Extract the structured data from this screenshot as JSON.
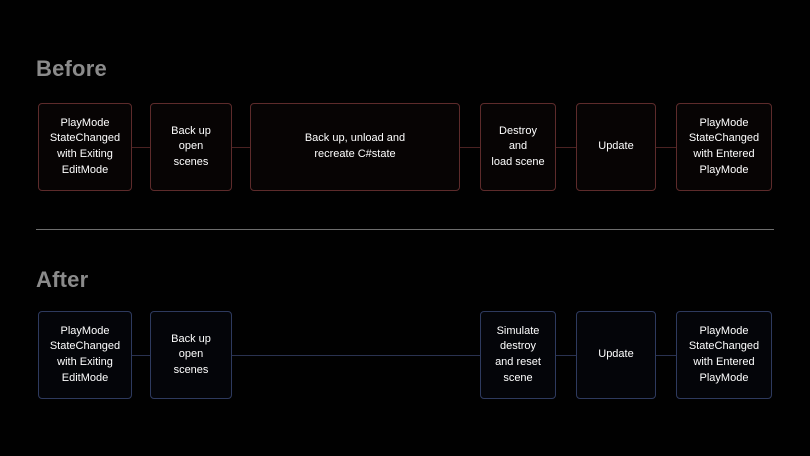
{
  "page": {
    "background_color": "#010101",
    "title_color": "#8b8b8b",
    "divider_color": "#6e6e6e",
    "text_color": "#ffffff"
  },
  "sections": {
    "before": {
      "title": "Before",
      "box_border_color": "#5d2b2b",
      "connector_color": "#4a2222",
      "nodes": [
        {
          "label": "PlayMode\nStateChanged\nwith Exiting\nEditMode",
          "name": "node-playmode-statechanged-exiting-editmode"
        },
        {
          "label": "Back up\nopen\nscenes",
          "name": "node-back-up-open-scenes"
        },
        {
          "label": "Back up, unload and\nrecreate C#state",
          "name": "node-back-up-unload-recreate-csharp-state"
        },
        {
          "label": "Destroy\nand\nload scene",
          "name": "node-destroy-and-load-scene"
        },
        {
          "label": "Update",
          "name": "node-update"
        },
        {
          "label": "PlayMode\nStateChanged\nwith Entered\nPlayMode",
          "name": "node-playmode-statechanged-entered-playmode"
        }
      ]
    },
    "after": {
      "title": "After",
      "box_border_color": "#2e3a5e",
      "connector_color": "#2a3250",
      "nodes": [
        {
          "label": "PlayMode\nStateChanged\nwith Exiting\nEditMode",
          "name": "node-playmode-statechanged-exiting-editmode"
        },
        {
          "label": "Back up\nopen\nscenes",
          "name": "node-back-up-open-scenes"
        },
        {
          "label": "Simulate\ndestroy\nand reset\nscene",
          "name": "node-simulate-destroy-and-reset-scene"
        },
        {
          "label": "Update",
          "name": "node-update"
        },
        {
          "label": "PlayMode\nStateChanged\nwith Entered\nPlayMode",
          "name": "node-playmode-statechanged-entered-playmode"
        }
      ]
    }
  }
}
